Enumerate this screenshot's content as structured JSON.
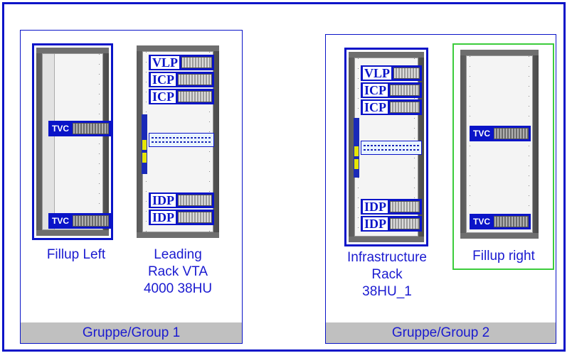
{
  "groups": [
    {
      "footer": "Gruppe/Group 1"
    },
    {
      "footer": "Gruppe/Group 2"
    }
  ],
  "racks": {
    "fillup_left": {
      "caption": "Fillup Left",
      "devices": [
        "TVC",
        "TVC"
      ]
    },
    "leading": {
      "caption_lines": [
        "Leading",
        "Rack VTA",
        "4000 38HU"
      ],
      "devices": [
        "VLP",
        "ICP",
        "ICP",
        "IDP",
        "IDP"
      ]
    },
    "infra": {
      "caption_lines": [
        "Infrastructure",
        "Rack",
        "38HU_1"
      ],
      "devices": [
        "VLP",
        "ICP",
        "ICP",
        "IDP",
        "IDP"
      ]
    },
    "fillup_right": {
      "caption": "Fillup right",
      "devices": [
        "TVC",
        "TVC"
      ]
    }
  },
  "colors": {
    "border": "#0a14c8",
    "selected_green": "#3ccc3c",
    "footer_bg": "#c0c0c0",
    "text": "#1a1ad0"
  }
}
